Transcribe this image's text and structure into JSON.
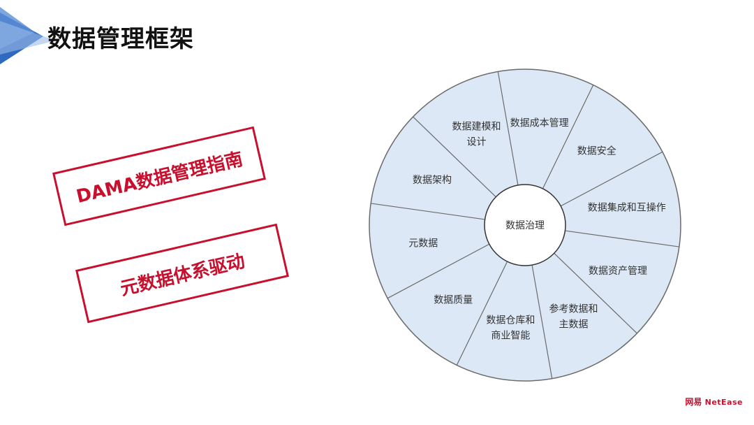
{
  "header": {
    "title": "数据管理框架"
  },
  "stamps": [
    "DAMA数据管理指南",
    "元数据体系驱动"
  ],
  "wheel": {
    "center": "数据治理",
    "segments": [
      [
        "数据成本管理"
      ],
      [
        "数据安全"
      ],
      [
        "数据集成和互操作"
      ],
      [
        "数据资产管理"
      ],
      [
        "参考数据和",
        "主数据"
      ],
      [
        "数据仓库和",
        "商业智能"
      ],
      [
        "数据质量"
      ],
      [
        "元数据"
      ],
      [
        "数据架构"
      ],
      [
        "数据建模和",
        "设计"
      ]
    ],
    "fill": "#dce8f6",
    "stroke": "#6b6b6b"
  },
  "brand": {
    "cn": "网易",
    "en": "NetEase"
  },
  "colors": {
    "accent": "#c8102e",
    "corner_blue": "#3b74c7"
  }
}
